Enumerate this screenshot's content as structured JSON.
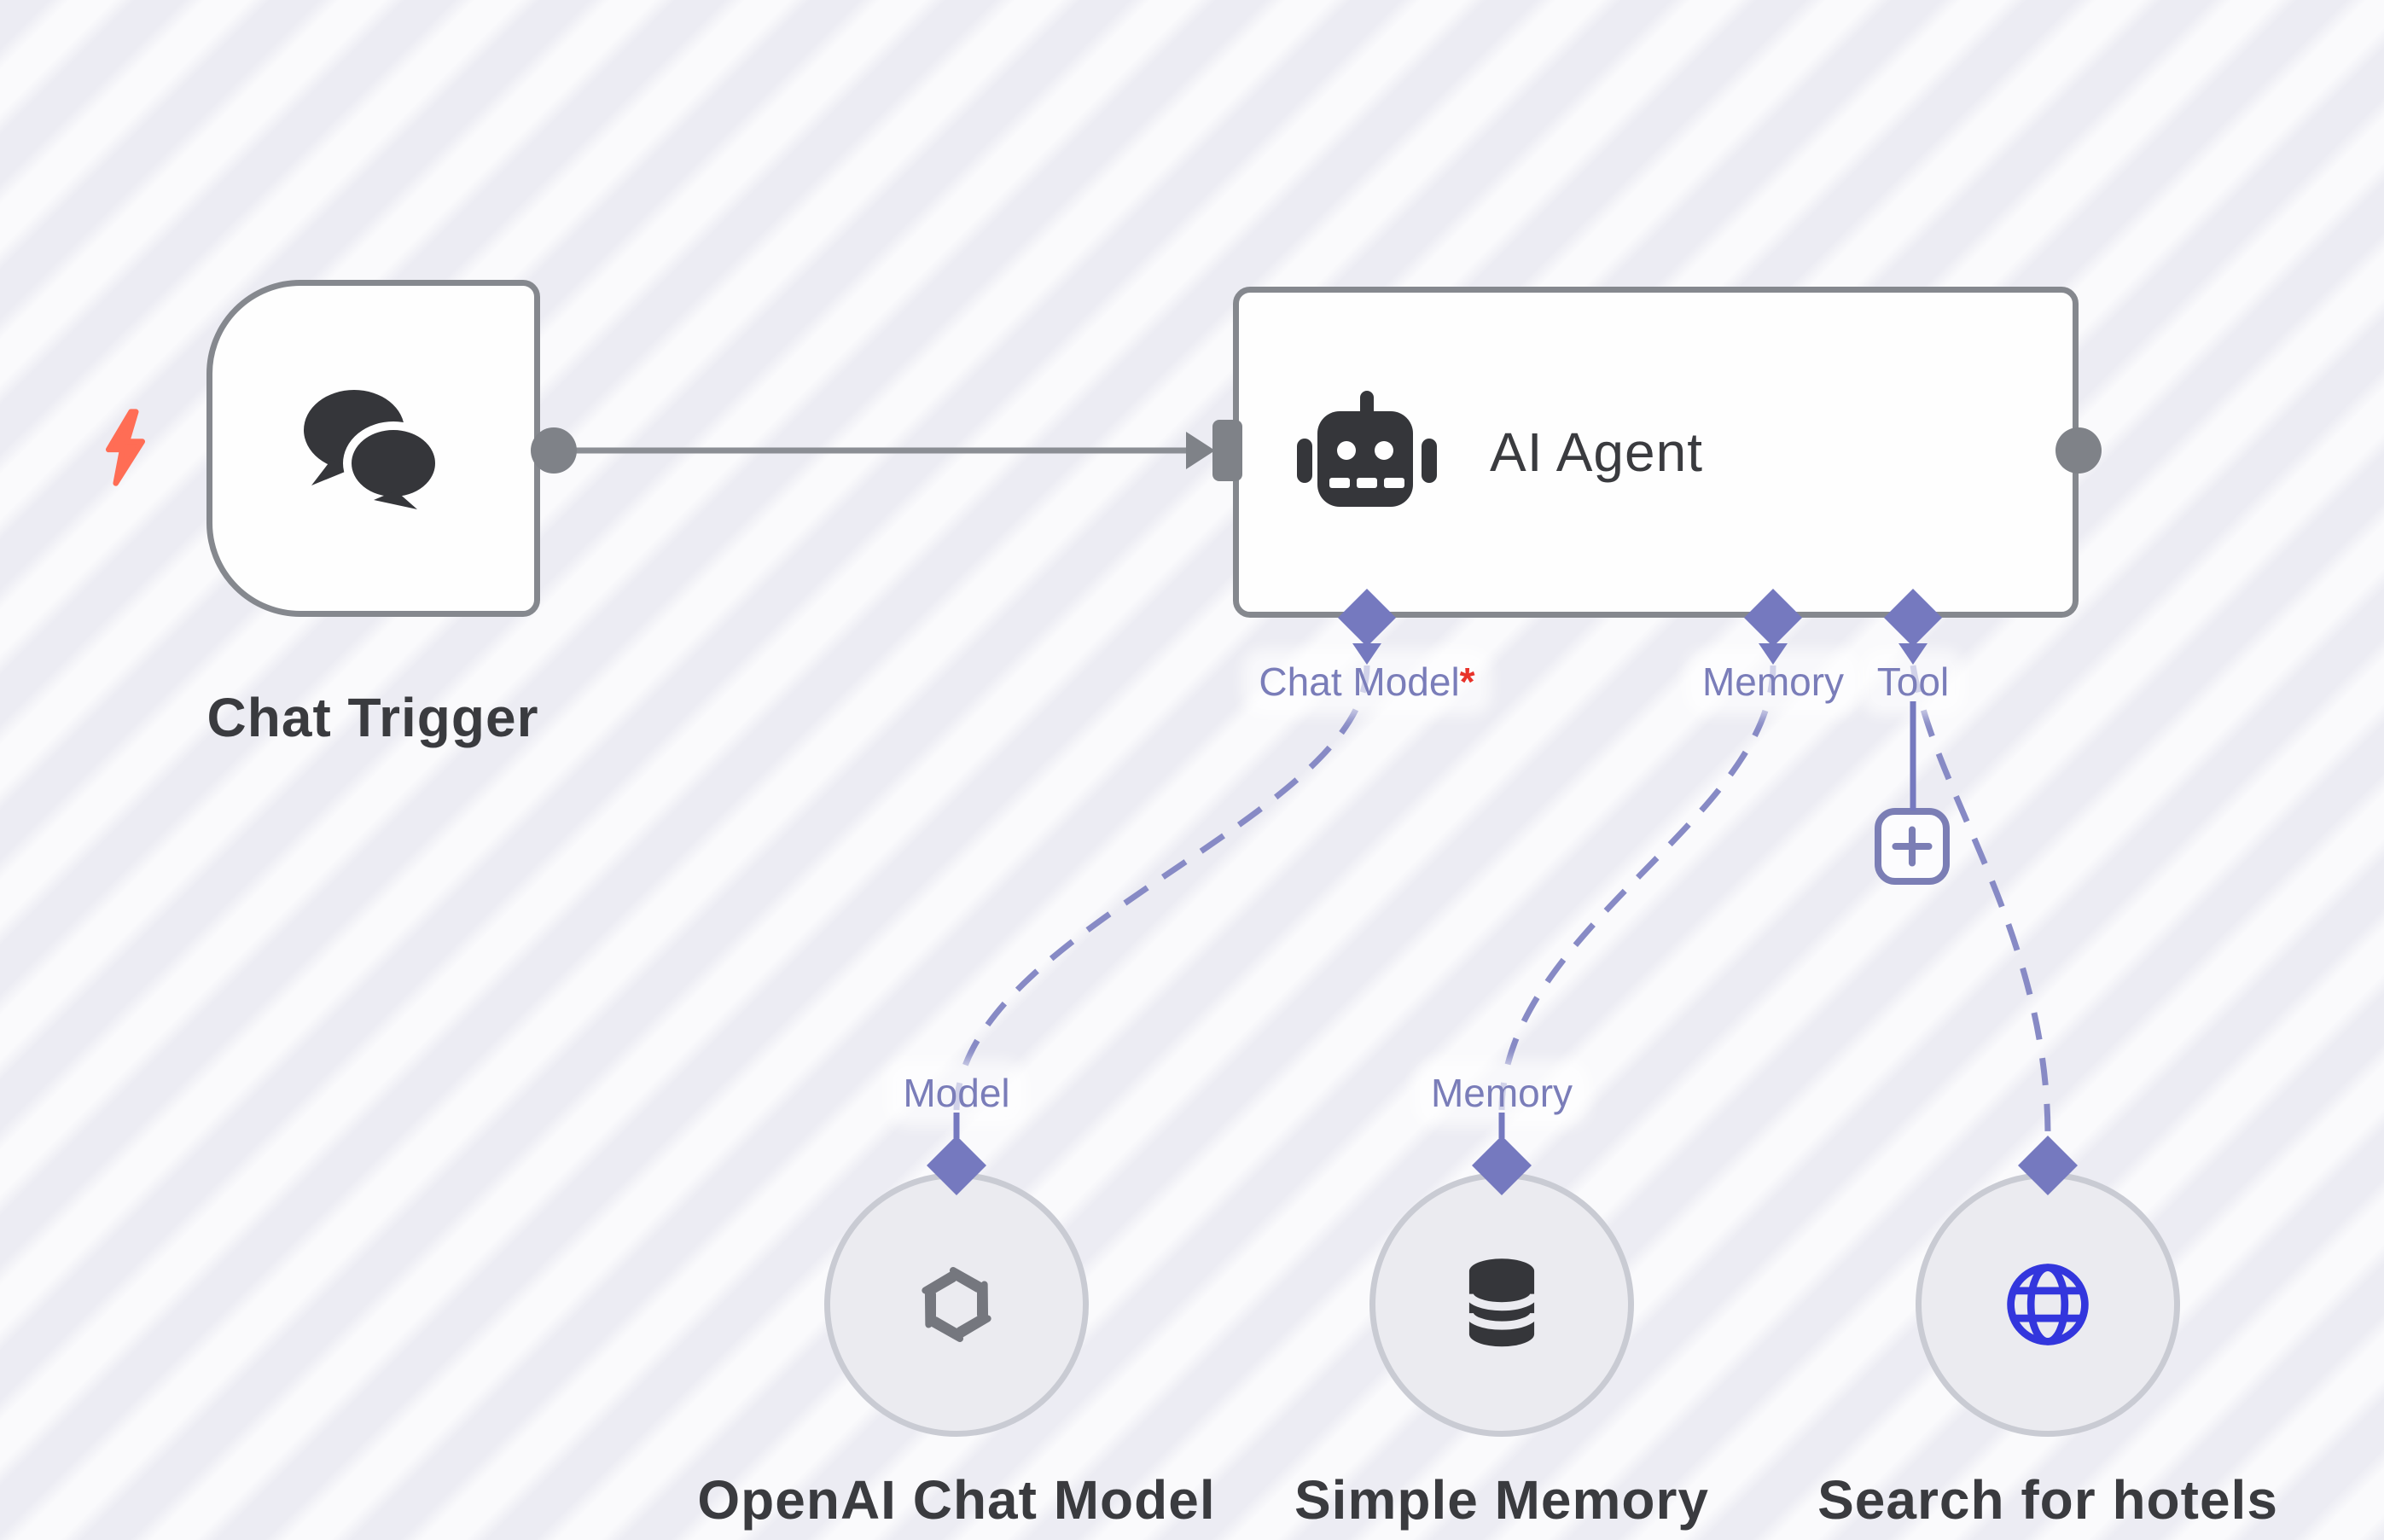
{
  "workflow": {
    "trigger_node": {
      "label": "Chat Trigger",
      "icon": "chat-bubbles-icon",
      "badge_icon": "lightning-bolt-icon"
    },
    "agent_node": {
      "title": "AI Agent",
      "icon": "robot-icon",
      "input_ports": [
        {
          "label": "Chat Model",
          "required_marker": "*",
          "required": true
        },
        {
          "label": "Memory",
          "required_marker": "",
          "required": false
        },
        {
          "label": "Tool",
          "required_marker": "",
          "required": false
        }
      ]
    },
    "sub_nodes": [
      {
        "label": "OpenAI Chat Model",
        "port_label": "Model",
        "icon": "openai-logo-icon"
      },
      {
        "label": "Simple Memory",
        "port_label": "Memory",
        "icon": "database-icon"
      },
      {
        "label": "Search for hotels",
        "port_label": "",
        "icon": "globe-icon"
      }
    ],
    "add_button": {
      "icon": "plus-icon"
    },
    "colors": {
      "connector-purple": "#7579bf",
      "dash-purple": "#878ac5",
      "label-purple": "#7a7db9",
      "line-gray": "#8b8e94",
      "port-gray": "#7f8288",
      "node-border": "#85888e",
      "text-dark": "#3a3b3f",
      "required-red": "#e8322a",
      "bolt-orange": "#ff6d55",
      "globe-blue": "#3336dd",
      "circle-fill": "#ebebf0",
      "circle-border": "#c9cbd3",
      "icon-dark": "#35363a",
      "openai-gray": "#75777e",
      "stripe-light": "#fafafc",
      "stripe-dark": "#ececf3"
    }
  }
}
